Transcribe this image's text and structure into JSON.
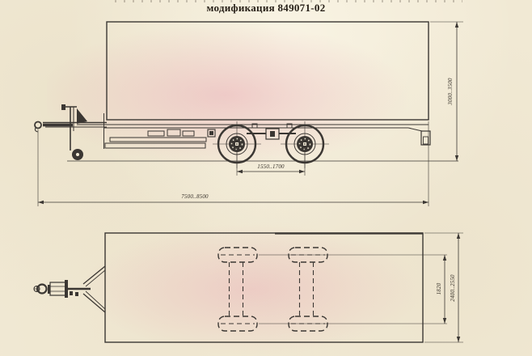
{
  "page": {
    "title": "модификация 849071-02"
  },
  "colors": {
    "paper": "#f1e9d4",
    "pink_tint": "#eec3cb",
    "ink": "#3b3733",
    "title_ink": "#261f17"
  },
  "drawing": {
    "side_view": {
      "axle_spacing": "1550..1700",
      "overall_length": "7500..8500",
      "overall_height": "3000..3500"
    },
    "plan_view": {
      "track_width": "1820",
      "overall_width": "2400..2550"
    }
  }
}
